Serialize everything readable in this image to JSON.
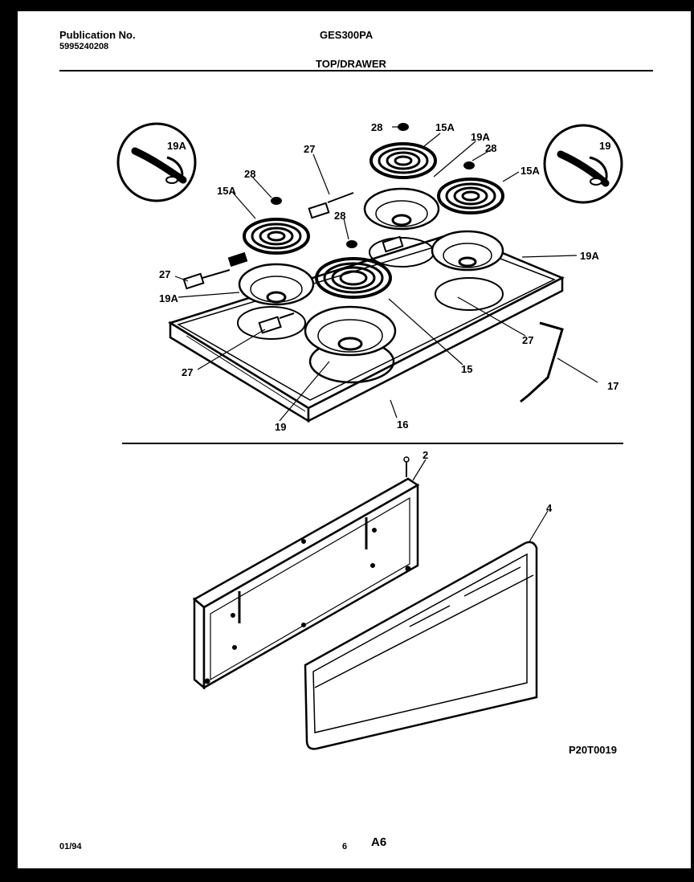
{
  "header": {
    "publication_label": "Publication No.",
    "publication_number": "5995240208",
    "model": "GES300PA",
    "section": "TOP/DRAWER"
  },
  "callouts": {
    "c28_top": "28",
    "c15A_top": "15A",
    "c19A_top": "19A",
    "c28_right": "28",
    "c15A_right": "15A",
    "c27_top": "27",
    "c28_left": "28",
    "c15A_left": "15A",
    "c28_mid": "28",
    "c27_left": "27",
    "c19A_left": "19A",
    "c27_bottom": "27",
    "c19": "19",
    "c16": "16",
    "c15": "15",
    "c27_right": "27",
    "c17": "17",
    "c19A_right": "19A",
    "inset_left": "19A",
    "inset_right": "19",
    "c2": "2",
    "c4": "4"
  },
  "figure_id": "P20T0019",
  "footer": {
    "date": "01/94",
    "page": "6",
    "sheet": "A6"
  }
}
